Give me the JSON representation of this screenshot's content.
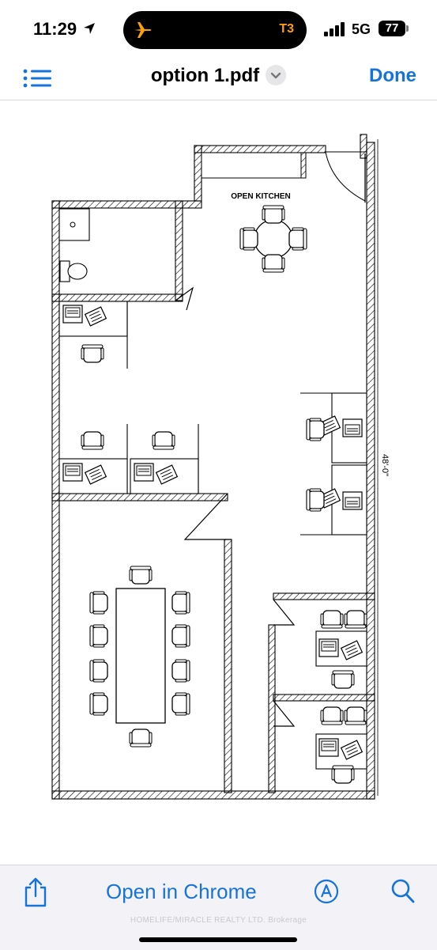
{
  "status_bar": {
    "time": "11:29",
    "carrier_badge": "T3",
    "network": "5G",
    "battery": "77"
  },
  "nav": {
    "title": "option 1.pdf",
    "done_label": "Done"
  },
  "plan": {
    "kitchen_label": "OPEN KITCHEN",
    "dimension": "48'-0\""
  },
  "toolbar": {
    "open_label": "Open in Chrome",
    "watermark": "HOMELIFE/MIRACLE REALTY LTD. Brokerage"
  },
  "colors": {
    "accent": "#1673d9",
    "toolbar_bg": "#f2f2f7",
    "wall_hatch": "#000000"
  }
}
